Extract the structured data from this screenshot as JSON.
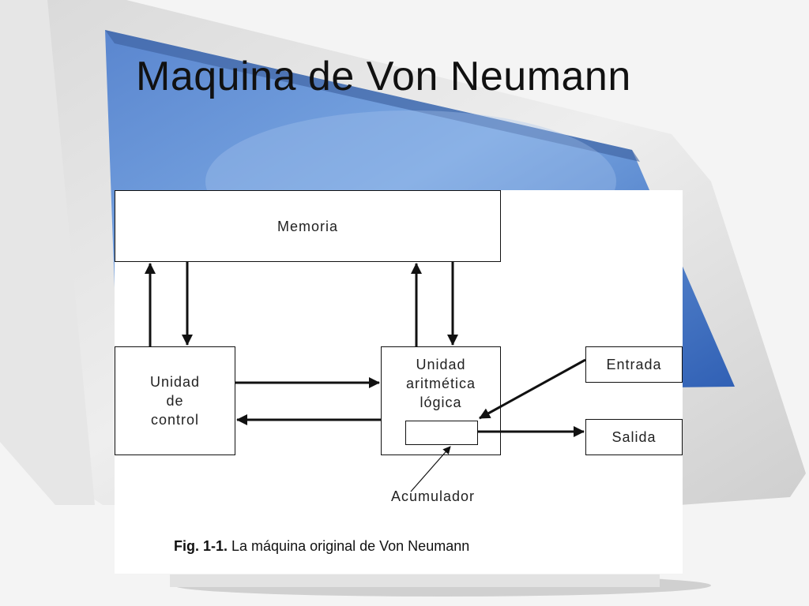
{
  "slide": {
    "title": "Maquina de Von Neumann"
  },
  "diagram": {
    "memory": "Memoria",
    "control_unit": [
      "Unidad",
      "de",
      "control"
    ],
    "alu": [
      "Unidad",
      "aritmética",
      "lógica"
    ],
    "input": "Entrada",
    "output": "Salida",
    "accumulator": "Acumulador",
    "caption_bold": "Fig. 1-1.",
    "caption_text": " La máquina original de Von Neumann"
  }
}
